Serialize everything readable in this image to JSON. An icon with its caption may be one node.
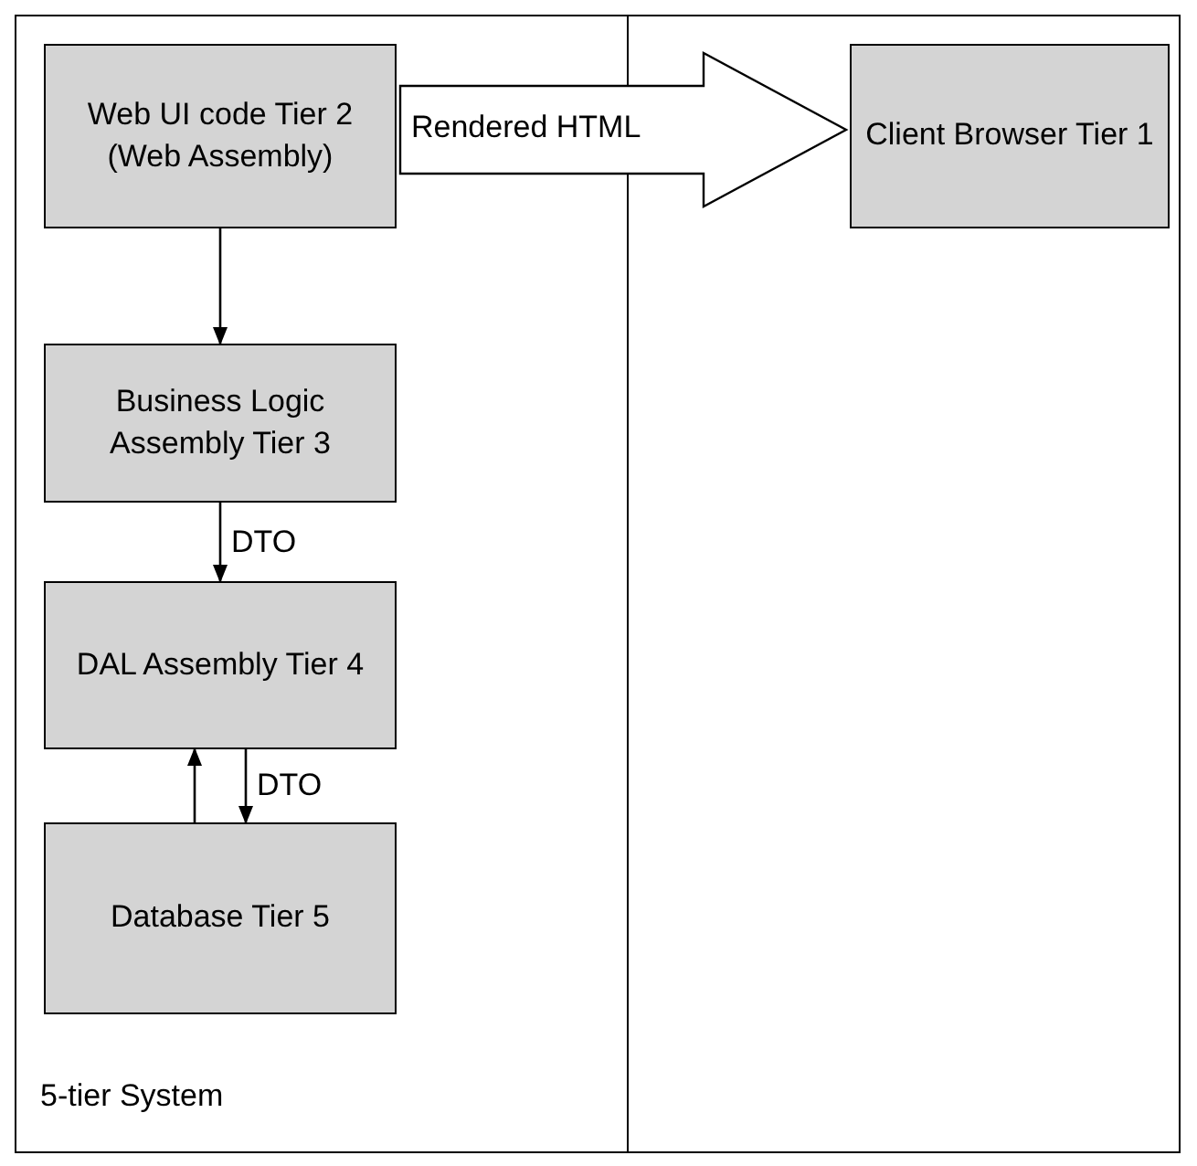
{
  "diagram": {
    "nodes": [
      {
        "text": [
          "Web UI code Tier 2 (Web Assembly)"
        ]
      },
      {
        "text": [
          "Business Logic Assembly Tier 3"
        ]
      },
      {
        "text": [
          "DAL Assembly Tier 4"
        ]
      },
      {
        "text": [
          "Database Tier 5"
        ]
      },
      {
        "text": [
          "Client Browser Tier 1"
        ]
      }
    ],
    "edges": [
      {
        "from": 0,
        "to": 1,
        "arrow": "to"
      },
      {
        "from": 1,
        "to": 2,
        "arrow": "to",
        "label": "DTO"
      },
      {
        "from": 3,
        "to": 2,
        "arrow": "to"
      },
      {
        "from": 2,
        "to": 3,
        "arrow": "to",
        "label": "DTO"
      },
      {
        "from": 0,
        "to": 4,
        "arrow": "to",
        "label": "Rendered HTML",
        "style": "thick"
      }
    ],
    "labels": [
      "5-tier System"
    ]
  }
}
